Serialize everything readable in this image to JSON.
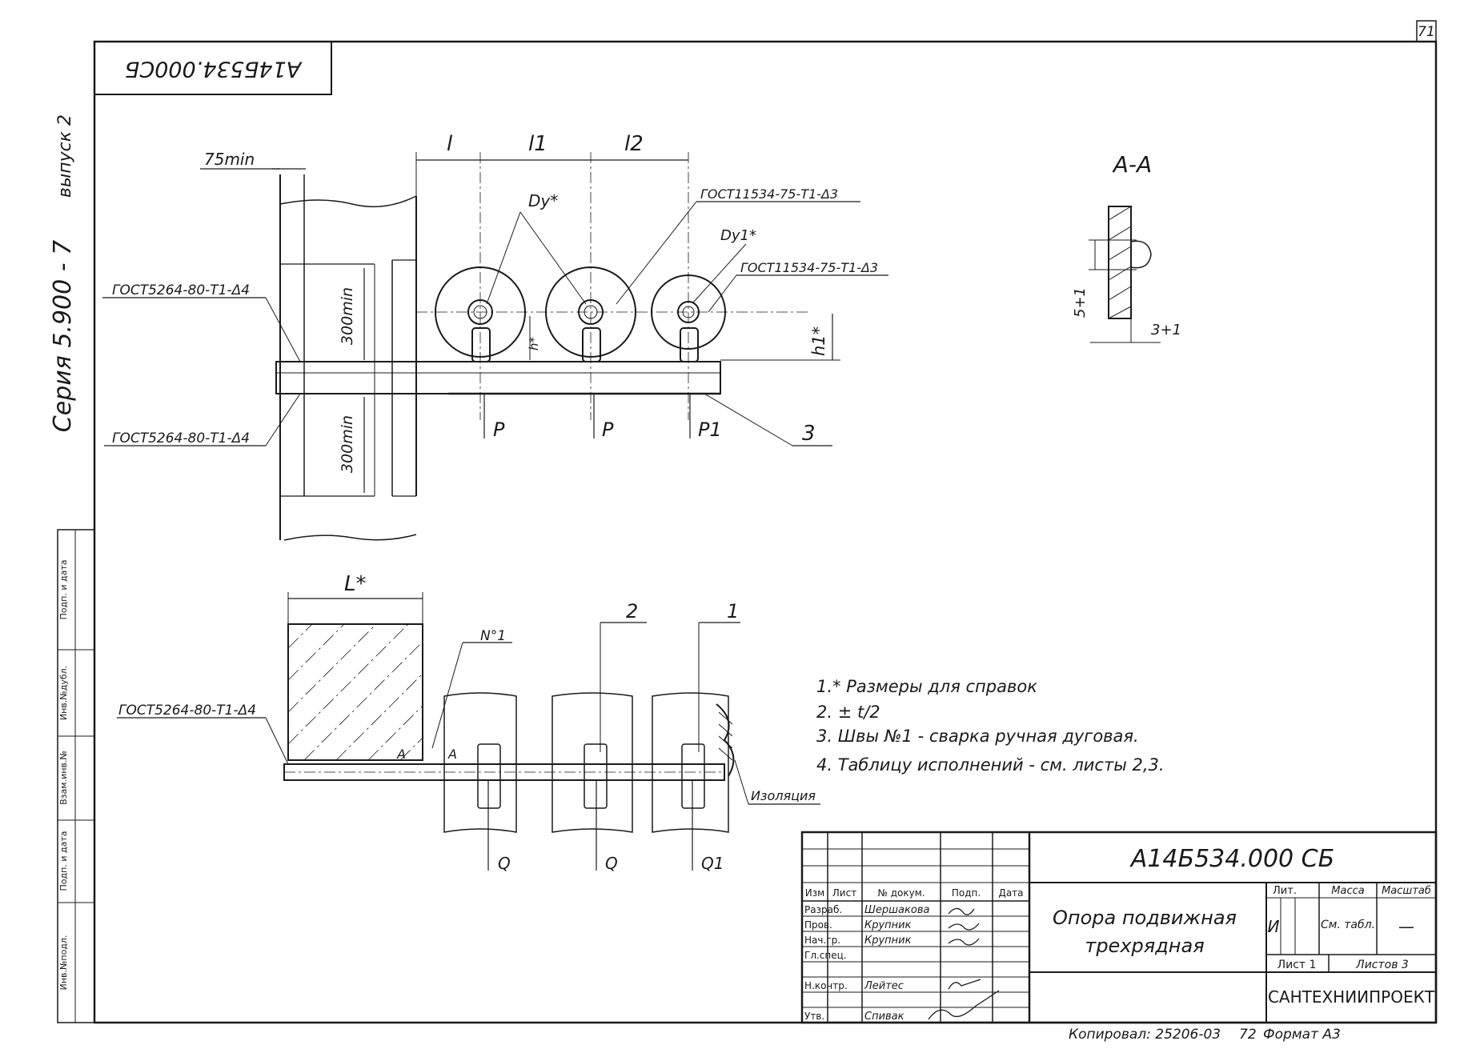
{
  "sheet_number": "71",
  "series_code": "Серия 5.900 - 7",
  "issue": "выпуск 2",
  "top_stamp_code": "А14Б534.000СБ",
  "left_strip": [
    "Подп. и дата",
    "Инв.№дубл.",
    "Взам.инв.№",
    "Подп. и дата",
    "Инв.№подл."
  ],
  "section_label": "А-А",
  "dimensions": {
    "min75": "75min",
    "min300_top": "300min",
    "min300_bottom": "300min",
    "l": "l",
    "l1": "l1",
    "l2": "l2",
    "dy": "Dy*",
    "dy1": "Dy1*",
    "h": "h*",
    "h1": "h1*",
    "L": "L*",
    "sec_5": "5+1",
    "sec_3": "3+1"
  },
  "weld_callouts": {
    "gost_top1": "ГОСТ11534-75-Т1-Δ3",
    "gost_top2": "ГОСТ11534-75-Т1-Δ3",
    "gost_left1": "ГОСТ5264-80-Т1-Δ4",
    "gost_left2": "ГОСТ5264-80-Т1-Δ4",
    "gost_plan": "ГОСТ5264-80-Т1-Δ4",
    "weld_no": "N°1"
  },
  "loads": [
    "P",
    "P",
    "P1",
    "Q",
    "Q",
    "Q1"
  ],
  "positions": [
    "3",
    "2",
    "1"
  ],
  "section_marks": [
    "А",
    "А"
  ],
  "insulation_label": "Изоляция",
  "notes": [
    "1.* Размеры для справок",
    "2. ± t/2",
    "3. Швы №1 - сварка ручная дуговая.",
    "4. Таблицу исполнений - см. листы 2,3."
  ],
  "title_block": {
    "doc_code": "А14Б534.000 СБ",
    "title_line1": "Опора подвижная",
    "title_line2": "трехрядная",
    "col_headers": [
      "Изм",
      "Лист",
      "№ докум.",
      "Подп.",
      "Дата"
    ],
    "roles": [
      {
        "role": "Разраб.",
        "name": "Шершакова"
      },
      {
        "role": "Пров.",
        "name": "Крупник"
      },
      {
        "role": "Нач.гр.",
        "name": "Крупник"
      },
      {
        "role": "Гл.спец.",
        "name": ""
      },
      {
        "role": "Н.контр.",
        "name": "Лейтес"
      },
      {
        "role": "Утв.",
        "name": "Спивак"
      }
    ],
    "lit_label": "Лит.",
    "lit_value": "И",
    "mass_label": "Масса",
    "mass_value": "См. табл.",
    "scale_label": "Масштаб",
    "scale_value": "—",
    "sheet_label": "Лист 1",
    "sheets_label": "Листов 3",
    "org": "САНТЕХНИИПРОЕКТ"
  },
  "footer": {
    "copied": "Копировал: 25206-03",
    "page": "72",
    "format": "Формат А3"
  }
}
